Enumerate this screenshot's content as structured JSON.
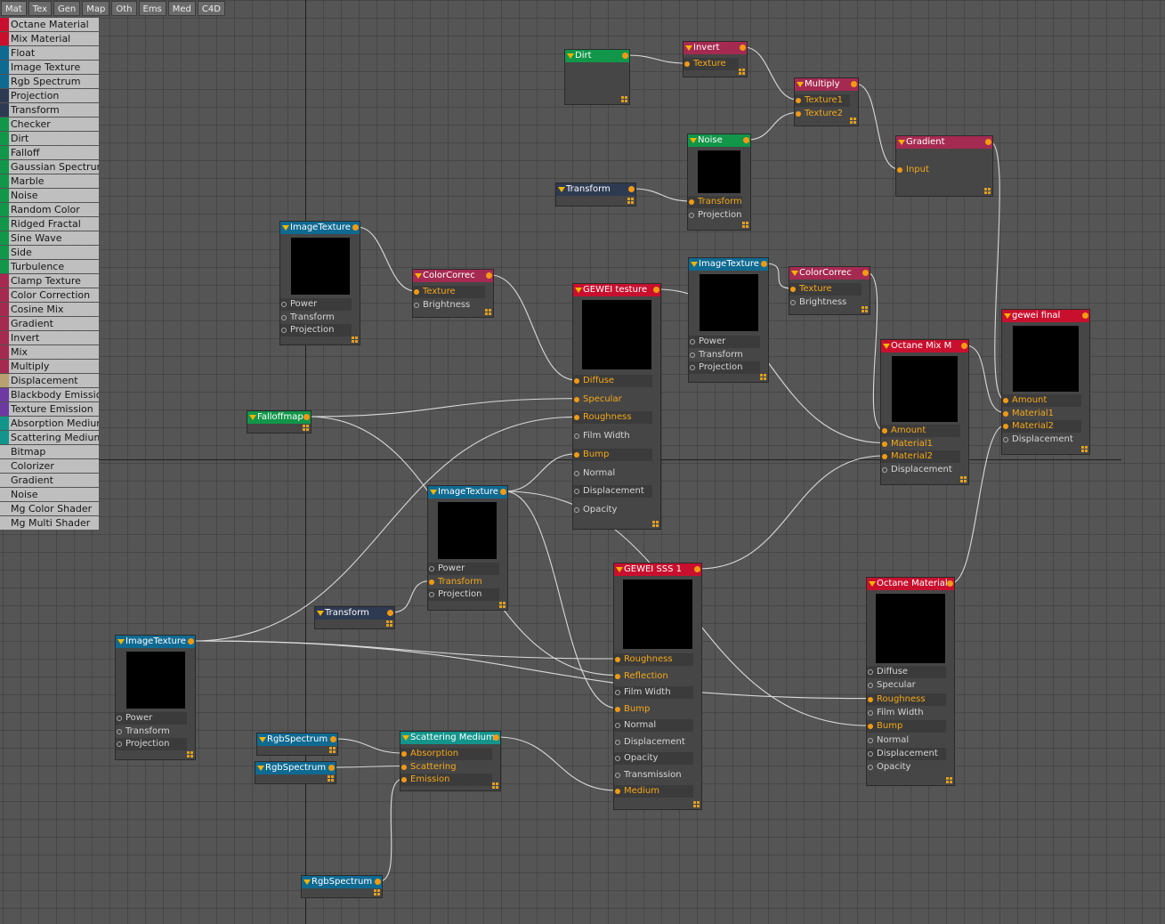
{
  "tabs": [
    "Mat",
    "Tex",
    "Gen",
    "Map",
    "Oth",
    "Ems",
    "Med",
    "C4D"
  ],
  "palette": [
    {
      "label": "Octane Material",
      "color": "#c8102e"
    },
    {
      "label": "Mix Material",
      "color": "#c8102e"
    },
    {
      "label": "Float",
      "color": "#0f6a92"
    },
    {
      "label": "Image Texture",
      "color": "#0f6a92"
    },
    {
      "label": "Rgb Spectrum",
      "color": "#0f6a92"
    },
    {
      "label": "Projection",
      "color": "#2e3a52"
    },
    {
      "label": "Transform",
      "color": "#2e3a52"
    },
    {
      "label": "Checker",
      "color": "#11964a"
    },
    {
      "label": "Dirt",
      "color": "#11964a"
    },
    {
      "label": "Falloff",
      "color": "#11964a"
    },
    {
      "label": "Gaussian Spectrum",
      "color": "#11964a"
    },
    {
      "label": "Marble",
      "color": "#11964a"
    },
    {
      "label": "Noise",
      "color": "#11964a"
    },
    {
      "label": "Random Color",
      "color": "#11964a"
    },
    {
      "label": "Ridged Fractal",
      "color": "#11964a"
    },
    {
      "label": "Sine Wave",
      "color": "#11964a"
    },
    {
      "label": "Side",
      "color": "#11964a"
    },
    {
      "label": "Turbulence",
      "color": "#11964a"
    },
    {
      "label": "Clamp Texture",
      "color": "#a52a52"
    },
    {
      "label": "Color Correction",
      "color": "#a52a52"
    },
    {
      "label": "Cosine Mix",
      "color": "#a52a52"
    },
    {
      "label": "Gradient",
      "color": "#a52a52"
    },
    {
      "label": "Invert",
      "color": "#a52a52"
    },
    {
      "label": "Mix",
      "color": "#a52a52"
    },
    {
      "label": "Multiply",
      "color": "#a52a52"
    },
    {
      "label": "Displacement",
      "color": "#b8a070"
    },
    {
      "label": "Blackbody Emission",
      "color": "#6c3aa0"
    },
    {
      "label": "Texture Emission",
      "color": "#6c3aa0"
    },
    {
      "label": "Absorption Medium",
      "color": "#13958c"
    },
    {
      "label": "Scattering Medium",
      "color": "#13958c"
    },
    {
      "label": "Bitmap",
      "color": ""
    },
    {
      "label": "Colorizer",
      "color": ""
    },
    {
      "label": "Gradient",
      "color": ""
    },
    {
      "label": "Noise",
      "color": ""
    },
    {
      "label": "Mg Color Shader",
      "color": ""
    },
    {
      "label": "Mg Multi Shader",
      "color": ""
    }
  ],
  "nodes": {
    "dirt": {
      "title": "Dirt",
      "color": "#11964a",
      "pins": []
    },
    "invert": {
      "title": "Invert",
      "color": "#a52a52",
      "pins": [
        {
          "label": "Texture",
          "on": true,
          "band": true
        }
      ]
    },
    "multiply": {
      "title": "Multiply",
      "color": "#a52a52",
      "pins": [
        {
          "label": "Texture1",
          "on": true,
          "band": true
        },
        {
          "label": "Texture2",
          "on": true,
          "band": false
        }
      ]
    },
    "noise": {
      "title": "Noise",
      "color": "#11964a",
      "pins": [
        {
          "label": "Transform",
          "on": true,
          "band": true
        },
        {
          "label": "Projection",
          "on": false,
          "band": false
        }
      ]
    },
    "gradient": {
      "title": "Gradient",
      "color": "#a52a52",
      "pins": [
        {
          "label": "Input",
          "on": true,
          "band": false
        }
      ]
    },
    "transform_top": {
      "title": "Transform",
      "color": "#2e3a52",
      "pins": []
    },
    "imgtex1": {
      "title": "ImageTexture",
      "color": "#0f6a92",
      "pins": [
        {
          "label": "Power",
          "on": false,
          "band": true
        },
        {
          "label": "Transform",
          "on": false,
          "band": false
        },
        {
          "label": "Projection",
          "on": false,
          "band": true
        }
      ]
    },
    "colorcorrec1": {
      "title": "ColorCorrec",
      "color": "#a52a52",
      "pins": [
        {
          "label": "Texture",
          "on": true,
          "band": true
        },
        {
          "label": "Brightness",
          "on": false,
          "band": false
        }
      ]
    },
    "gewei_testure": {
      "title": "GEWEI testure",
      "color": "#c8102e",
      "pins": [
        {
          "label": "Diffuse",
          "on": true,
          "band": true
        },
        {
          "label": "Specular",
          "on": true,
          "band": false
        },
        {
          "label": "Roughness",
          "on": true,
          "band": true
        },
        {
          "label": "Film Width",
          "on": false,
          "band": false
        },
        {
          "label": "Bump",
          "on": true,
          "band": true
        },
        {
          "label": "Normal",
          "on": false,
          "band": false
        },
        {
          "label": "Displacement",
          "on": false,
          "band": true
        },
        {
          "label": "Opacity",
          "on": false,
          "band": false
        }
      ]
    },
    "imgtex2": {
      "title": "ImageTexture",
      "color": "#0f6a92",
      "pins": [
        {
          "label": "Power",
          "on": false,
          "band": true
        },
        {
          "label": "Transform",
          "on": false,
          "band": false
        },
        {
          "label": "Projection",
          "on": false,
          "band": true
        }
      ]
    },
    "colorcorrec2": {
      "title": "ColorCorrec",
      "color": "#a52a52",
      "pins": [
        {
          "label": "Texture",
          "on": true,
          "band": true
        },
        {
          "label": "Brightness",
          "on": false,
          "band": false
        }
      ]
    },
    "octane_mix": {
      "title": "Octane Mix M",
      "color": "#c8102e",
      "pins": [
        {
          "label": "Amount",
          "on": true,
          "band": true
        },
        {
          "label": "Material1",
          "on": true,
          "band": false
        },
        {
          "label": "Material2",
          "on": true,
          "band": true
        },
        {
          "label": "Displacement",
          "on": false,
          "band": false
        }
      ]
    },
    "gewei_final": {
      "title": "gewei final",
      "color": "#c8102e",
      "pins": [
        {
          "label": "Amount",
          "on": true,
          "band": true
        },
        {
          "label": "Material1",
          "on": true,
          "band": false
        },
        {
          "label": "Material2",
          "on": true,
          "band": true
        },
        {
          "label": "Displacement",
          "on": false,
          "band": false
        }
      ]
    },
    "falloffmap": {
      "title": "Falloffmap",
      "color": "#11964a",
      "pins": []
    },
    "imgtex3": {
      "title": "ImageTexture",
      "color": "#0f6a92",
      "pins": [
        {
          "label": "Power",
          "on": false,
          "band": true
        },
        {
          "label": "Transform",
          "on": true,
          "band": false
        },
        {
          "label": "Projection",
          "on": false,
          "band": true
        }
      ]
    },
    "transform_mid": {
      "title": "Transform",
      "color": "#2e3a52",
      "pins": []
    },
    "gewei_sss": {
      "title": "GEWEI SSS 1",
      "color": "#c8102e",
      "pins": [
        {
          "label": "Roughness",
          "on": true,
          "band": true
        },
        {
          "label": "Reflection",
          "on": true,
          "band": false
        },
        {
          "label": "Film Width",
          "on": false,
          "band": true
        },
        {
          "label": "Bump",
          "on": true,
          "band": false
        },
        {
          "label": "Normal",
          "on": false,
          "band": true
        },
        {
          "label": "Displacement",
          "on": false,
          "band": false
        },
        {
          "label": "Opacity",
          "on": false,
          "band": true
        },
        {
          "label": "Transmission",
          "on": false,
          "band": false
        },
        {
          "label": "Medium",
          "on": true,
          "band": true
        }
      ]
    },
    "octane_material": {
      "title": "Octane Material",
      "color": "#c8102e",
      "pins": [
        {
          "label": "Diffuse",
          "on": false,
          "band": true
        },
        {
          "label": "Specular",
          "on": false,
          "band": false
        },
        {
          "label": "Roughness",
          "on": true,
          "band": true
        },
        {
          "label": "Film Width",
          "on": false,
          "band": false
        },
        {
          "label": "Bump",
          "on": true,
          "band": true
        },
        {
          "label": "Normal",
          "on": false,
          "band": false
        },
        {
          "label": "Displacement",
          "on": false,
          "band": true
        },
        {
          "label": "Opacity",
          "on": false,
          "band": false
        }
      ]
    },
    "imgtex4": {
      "title": "ImageTexture",
      "color": "#0f6a92",
      "pins": [
        {
          "label": "Power",
          "on": false,
          "band": true
        },
        {
          "label": "Transform",
          "on": false,
          "band": false
        },
        {
          "label": "Projection",
          "on": false,
          "band": true
        }
      ]
    },
    "rgb1": {
      "title": "RgbSpectrum",
      "color": "#0f6a92",
      "pins": []
    },
    "rgb2": {
      "title": "RgbSpectrum",
      "color": "#0f6a92",
      "pins": []
    },
    "rgb3": {
      "title": "RgbSpectrum",
      "color": "#0f6a92",
      "pins": []
    },
    "scattering": {
      "title": "Scattering Medium",
      "color": "#13958c",
      "pins": [
        {
          "label": "Absorption",
          "on": true,
          "band": true
        },
        {
          "label": "Scattering",
          "on": true,
          "band": false
        },
        {
          "label": "Emission",
          "on": true,
          "band": true
        }
      ]
    }
  }
}
